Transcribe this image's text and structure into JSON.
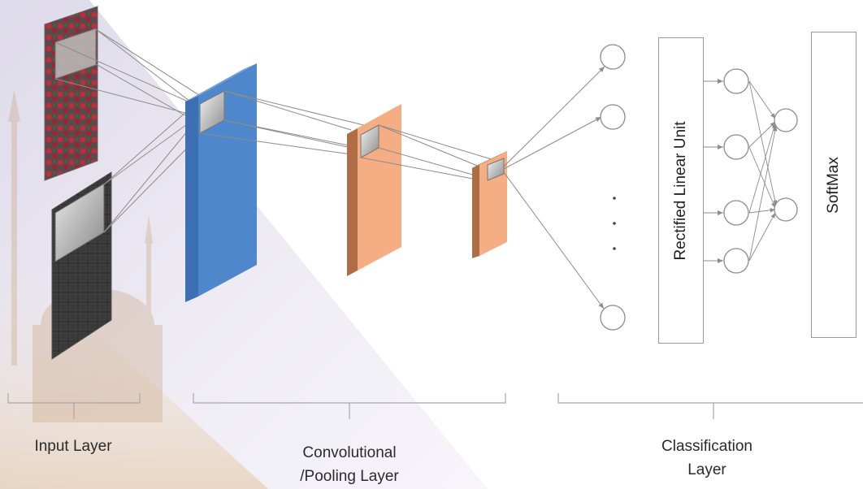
{
  "labels": {
    "input_layer": "Input Layer",
    "conv_line1": "Convolutional",
    "conv_line2": "/Pooling Layer",
    "class_line1": "Classification",
    "class_line2": "Layer",
    "relu": "Rectified Linear Unit",
    "softmax": "SoftMax"
  },
  "colors": {
    "conv_blue": "#4f87cc",
    "pool_orange": "#f5ad83",
    "pool_side": "#b06d45",
    "connector": "#8c8c8c",
    "node_stroke": "#8c8c8c",
    "background_tint": "#e9e6f1"
  }
}
